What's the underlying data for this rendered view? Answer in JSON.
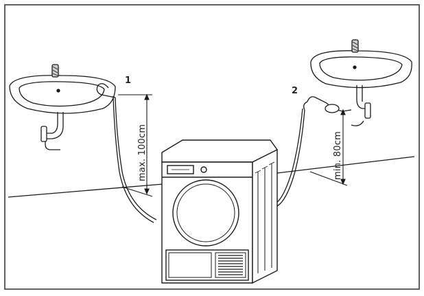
{
  "diagram": {
    "left_setup": {
      "number": "1",
      "height_label": "max. 100cm"
    },
    "right_setup": {
      "number": "2",
      "height_label": "min. 80cm"
    }
  },
  "colors": {
    "line": "#1a1a1a",
    "frame": "#3a3a3a",
    "background": "#ffffff"
  }
}
